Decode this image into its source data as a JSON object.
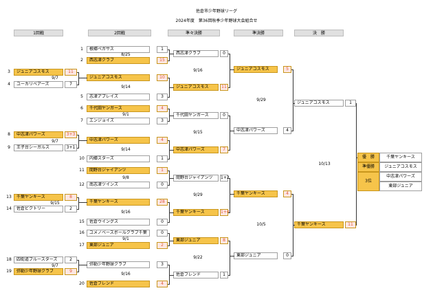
{
  "title": "佐倉市少年野球リーグ",
  "subtitle": "2024年度　第36回秋季少年野球大会組合せ",
  "headers": [
    "1回戦",
    "2回戦",
    "準々決勝",
    "準決勝",
    "決　勝"
  ],
  "r1": [
    {
      "no": "3",
      "name": "ジュニアコスモス",
      "score": "11",
      "win": true
    },
    {
      "no": "4",
      "name": "ユーカリベアーズ",
      "score": "7",
      "win": false
    },
    {
      "no": "8",
      "name": "中志津パワーズ",
      "score": "3+3",
      "win": true
    },
    {
      "no": "9",
      "name": "王子台シーガルス",
      "score": "3+1",
      "win": false
    },
    {
      "no": "13",
      "name": "千葉ヤンキース",
      "score": "8",
      "win": true
    },
    {
      "no": "14",
      "name": "佐倉ビクトリー",
      "score": "2",
      "win": false
    },
    {
      "no": "18",
      "name": "四街道ブルースターズ",
      "score": "2",
      "win": false
    },
    {
      "no": "19",
      "name": "弥勒少年野球クラブ",
      "score": "9",
      "win": true
    }
  ],
  "r1_dates": [
    "9/7",
    "9/7",
    "9/15",
    "9/7"
  ],
  "r2": [
    {
      "no": "1",
      "name": "根郷ペガサス",
      "score": "1",
      "win": false
    },
    {
      "no": "2",
      "name": "西志津クラブ",
      "score": "15",
      "win": true
    },
    {
      "no": "",
      "name": "ジュニアコスモス",
      "score": "10",
      "win": true
    },
    {
      "no": "5",
      "name": "志津アプレイズ",
      "score": "3",
      "win": false
    },
    {
      "no": "6",
      "name": "千代田ヤンガース",
      "score": "4",
      "win": true
    },
    {
      "no": "7",
      "name": "エンジョイズ",
      "score": "3",
      "win": false
    },
    {
      "no": "",
      "name": "中志津パワーズ",
      "score": "4",
      "win": true
    },
    {
      "no": "10",
      "name": "内郷スターズ",
      "score": "1",
      "win": false
    },
    {
      "no": "11",
      "name": "間野台ジャイアンツ",
      "score": "1",
      "win": true
    },
    {
      "no": "12",
      "name": "南志津ツインズ",
      "score": "0",
      "win": false
    },
    {
      "no": "",
      "name": "千葉ヤンキース",
      "score": "28",
      "win": true
    },
    {
      "no": "15",
      "name": "佐倉ウイングス",
      "score": "0",
      "win": false
    },
    {
      "no": "16",
      "name": "ユメノベースボールクラブ千葉",
      "score": "0",
      "win": false
    },
    {
      "no": "17",
      "name": "東部ジュニア",
      "score": "2",
      "win": true
    },
    {
      "no": "",
      "name": "弥勒少年野球クラブ",
      "score": "3",
      "win": false
    },
    {
      "no": "20",
      "name": "佐倉フレンド",
      "score": "4",
      "win": true
    }
  ],
  "r2_dates": [
    "8/25",
    "9/14",
    "9/1",
    "9/14",
    "9/8",
    "9/16",
    "9/1",
    "9/16"
  ],
  "qf": [
    {
      "name": "西志津クラブ",
      "score": "0",
      "win": false
    },
    {
      "name": "ジュニアコスモス",
      "score": "11",
      "win": true
    },
    {
      "name": "千代田ヤンガース",
      "score": "0",
      "win": false
    },
    {
      "name": "中志津パワーズ",
      "score": "7",
      "win": true
    },
    {
      "name": "間野台ジャイアンツ",
      "score": "1+2",
      "win": false
    },
    {
      "name": "千葉ヤンキース",
      "score": "1+4",
      "win": true
    },
    {
      "name": "東部ジュニア",
      "score": "8",
      "win": true
    },
    {
      "name": "佐倉フレンド",
      "score": "1",
      "win": false
    }
  ],
  "qf_dates": [
    "9/16",
    "9/15",
    "9/29",
    "9/22"
  ],
  "sf": [
    {
      "name": "ジュニアコスモス",
      "score": "5",
      "win": true
    },
    {
      "name": "中志津パワーズ",
      "score": "4",
      "win": false
    },
    {
      "name": "千葉ヤンキース",
      "score": "4",
      "win": true
    },
    {
      "name": "東部ジュニア",
      "score": "0",
      "win": false
    }
  ],
  "sf_dates": [
    "9/29",
    "10/5"
  ],
  "final": [
    {
      "name": "ジュニアコスモス",
      "score": "1",
      "win": false
    },
    {
      "name": "千葉ヤンキース",
      "score": "11",
      "win": true
    }
  ],
  "final_date": "10/13",
  "results": [
    {
      "label": "優　勝",
      "team": "千葉ヤンキース"
    },
    {
      "label": "準優勝",
      "team": "ジュニアコスモス"
    },
    {
      "label": "3位",
      "team": "中志津パワーズ"
    },
    {
      "label": "",
      "team": "東部ジュニア"
    }
  ]
}
